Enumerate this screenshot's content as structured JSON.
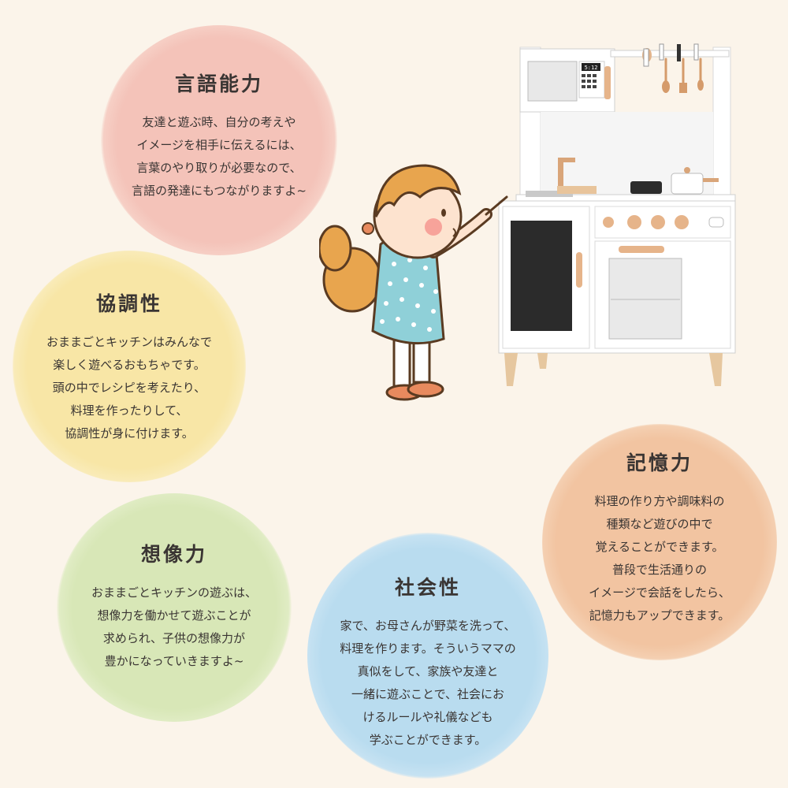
{
  "colors": {
    "background": "#fbf4ea",
    "language": "#f4c3b9",
    "cooperation": "#f8e6a6",
    "imagination": "#d8e7b7",
    "social": "#b9dcef",
    "memory": "#f2c4a1"
  },
  "abilities": {
    "language": {
      "title": "言語能力",
      "body": "友達と遊ぶ時、自分の考えや\nイメージを相手に伝えるには、\n言葉のやり取りが必要なので、\n言語の発達にもつながりますよ~"
    },
    "cooperation": {
      "title": "協調性",
      "body": "おままごとキッチンはみんなで\n楽しく遊べるおもちゃです。\n頭の中でレシピを考えたり、\n料理を作ったりして、\n協調性が身に付けます。"
    },
    "imagination": {
      "title": "想像力",
      "body": "おままごとキッチンの遊ぶは、\n想像力を働かせて遊ぶことが\n求められ、子供の想像力が\n豊かになっていきますよ~"
    },
    "social": {
      "title": "社会性",
      "body": "家で、お母さんが野菜を洗って、\n料理を作ります。そういうママの\n真似をして、家族や友達と\n一緒に遊ぶことで、社会にお\nけるルールや礼儀なども\n学ぶことができます。"
    },
    "memory": {
      "title": "記憶力",
      "body": "料理の作り方や調味料の\n種類など遊びの中で\n覚えることができます。\n普段で生活通りの\nイメージで会話をしたら、\n記憶力もアップできます。"
    }
  },
  "illustration": {
    "timer_display": "5:12"
  }
}
